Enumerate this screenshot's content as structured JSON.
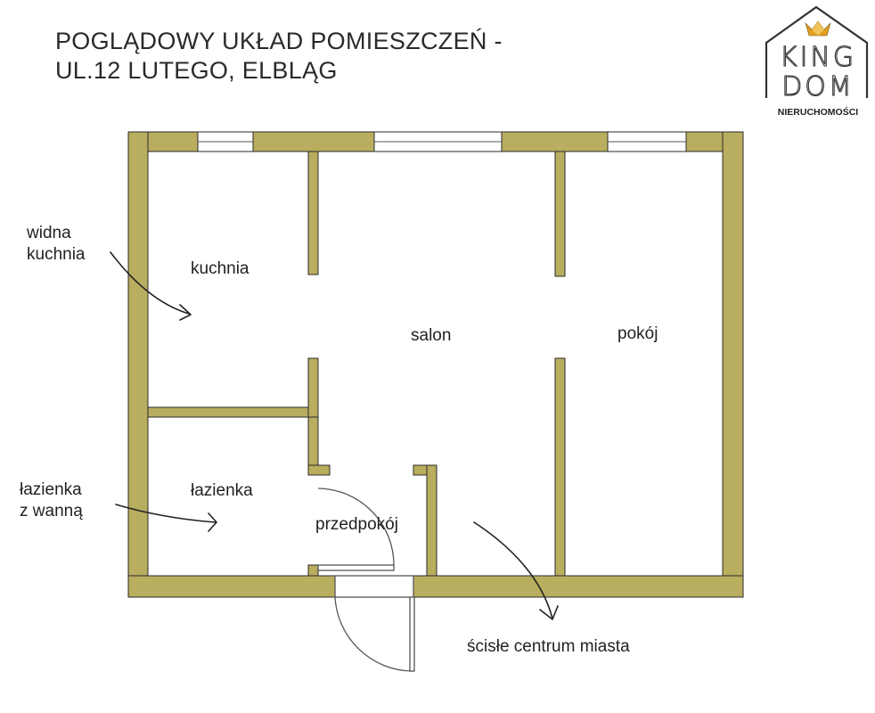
{
  "title": {
    "line1": "POGLĄDOWY UKŁAD POMIESZCZEŃ -",
    "line2": "UL.12 LUTEGO, ELBLĄG"
  },
  "logo": {
    "text_top": "KING",
    "text_bottom": "DOM",
    "subtitle": "NIERUCHOMOŚCI",
    "icon": "crown-icon"
  },
  "rooms": {
    "kitchen": "kuchnia",
    "living_room": "salon",
    "room": "pokój",
    "bathroom": "łazienka",
    "hallway": "przedpokój"
  },
  "annotations": {
    "bright_kitchen": [
      "widna",
      "kuchnia"
    ],
    "bathroom_with_tub": [
      "łazienka",
      "z wanną"
    ],
    "city_center": "ścisłe centrum miasta"
  },
  "colors": {
    "wall_fill": "#b9ad5f",
    "wall_stroke": "#2b2b2b",
    "window_fill": "#ffffff",
    "background": "#ffffff"
  }
}
